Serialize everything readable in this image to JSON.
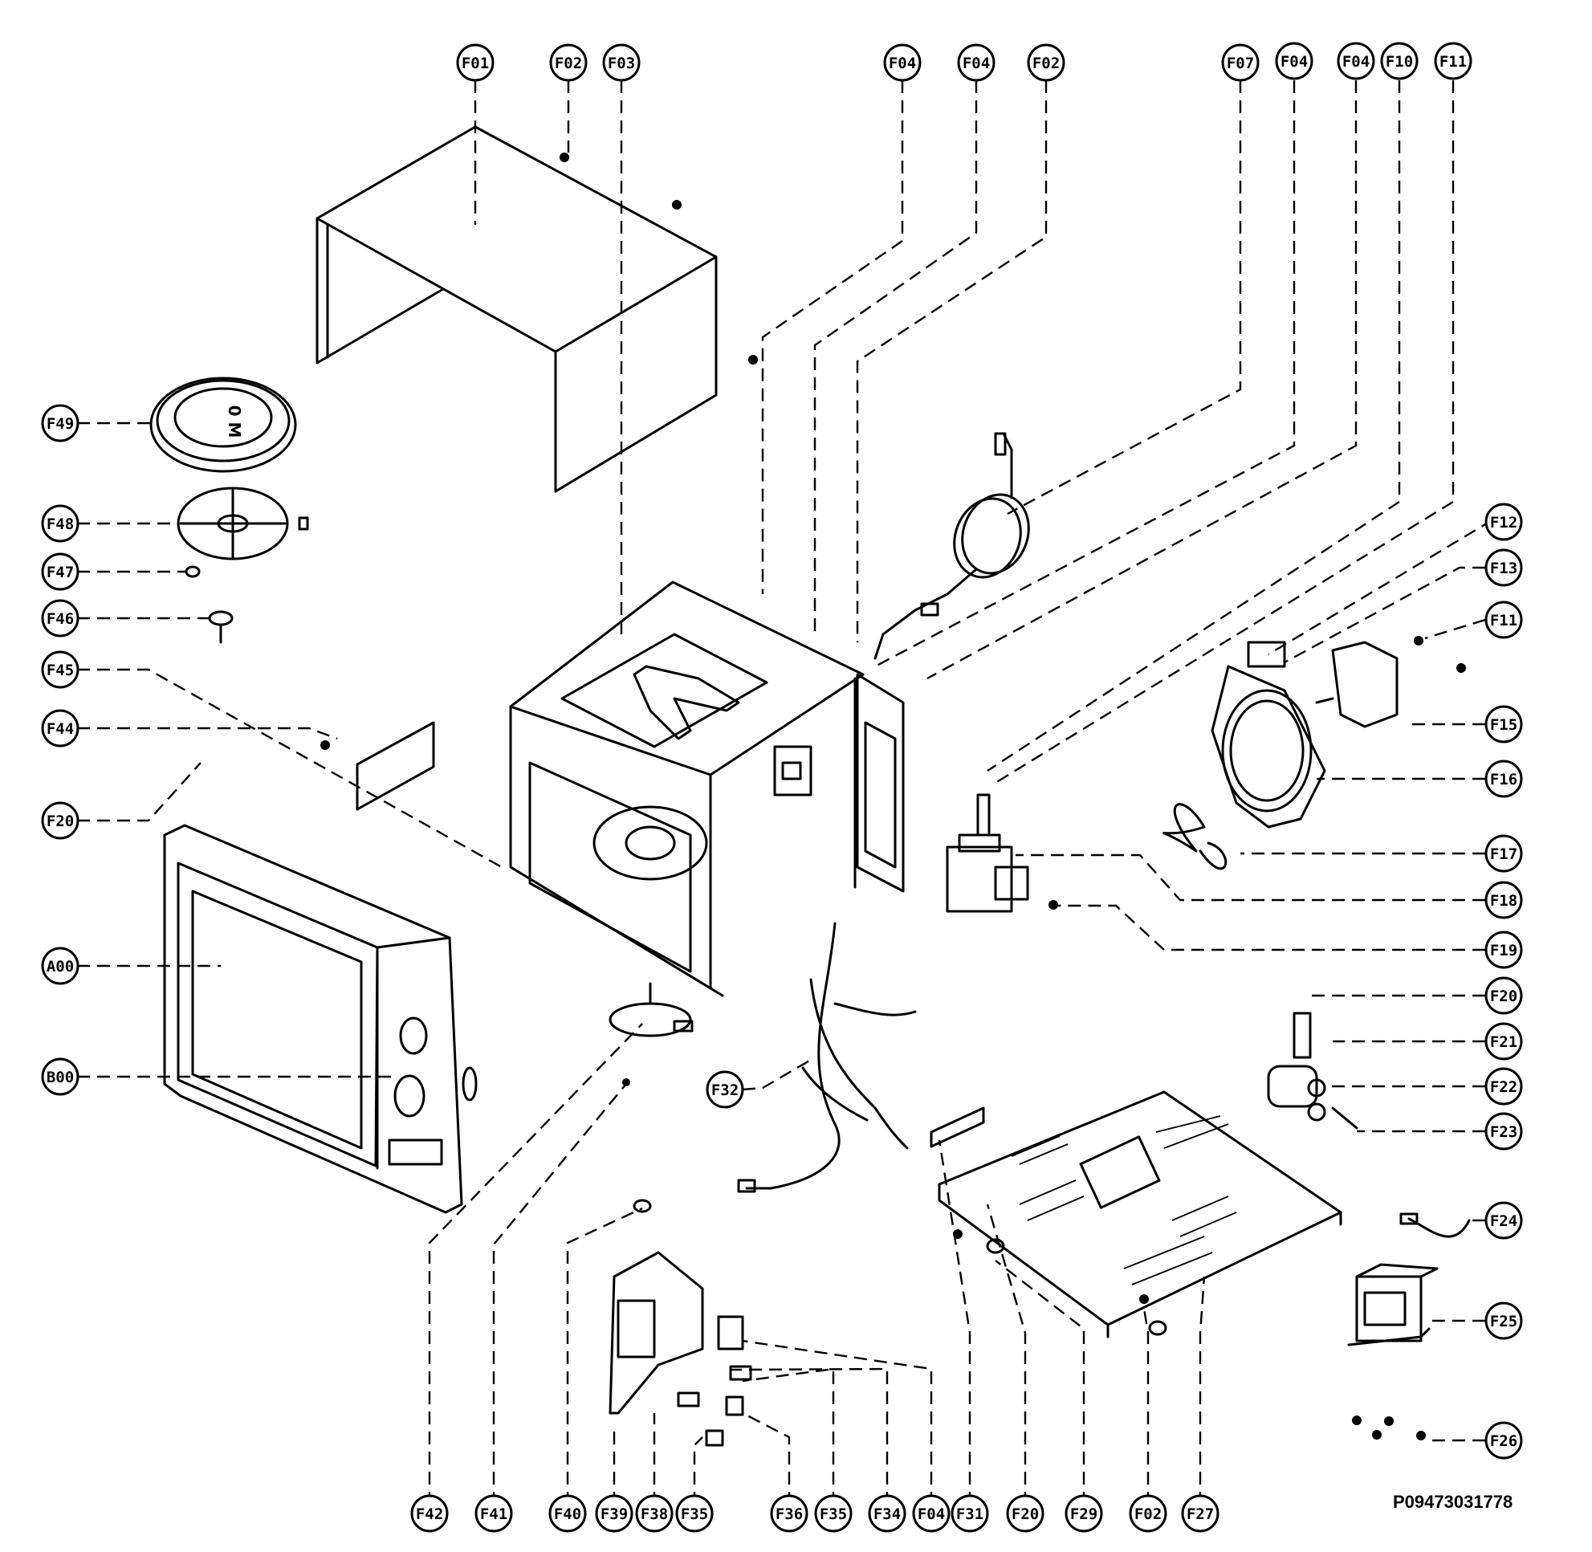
{
  "diagram": {
    "document_code": "P09473031778",
    "labels": {
      "F01": "F01",
      "F02": "F02",
      "F03": "F03",
      "F04": "F04",
      "F07": "F07",
      "F10": "F10",
      "F11": "F11",
      "F12": "F12",
      "F13": "F13",
      "F15": "F15",
      "F16": "F16",
      "F17": "F17",
      "F18": "F18",
      "F19": "F19",
      "F20": "F20",
      "F21": "F21",
      "F22": "F22",
      "F23": "F23",
      "F24": "F24",
      "F25": "F25",
      "F26": "F26",
      "F27": "F27",
      "F29": "F29",
      "F31": "F31",
      "F32": "F32",
      "F34": "F34",
      "F35": "F35",
      "F36": "F36",
      "F38": "F38",
      "F39": "F39",
      "F40": "F40",
      "F41": "F41",
      "F42": "F42",
      "F44": "F44",
      "F45": "F45",
      "F46": "F46",
      "F47": "F47",
      "F48": "F48",
      "F49": "F49",
      "A00": "A00",
      "B00": "B00"
    },
    "turntable_marking": "0 M"
  }
}
